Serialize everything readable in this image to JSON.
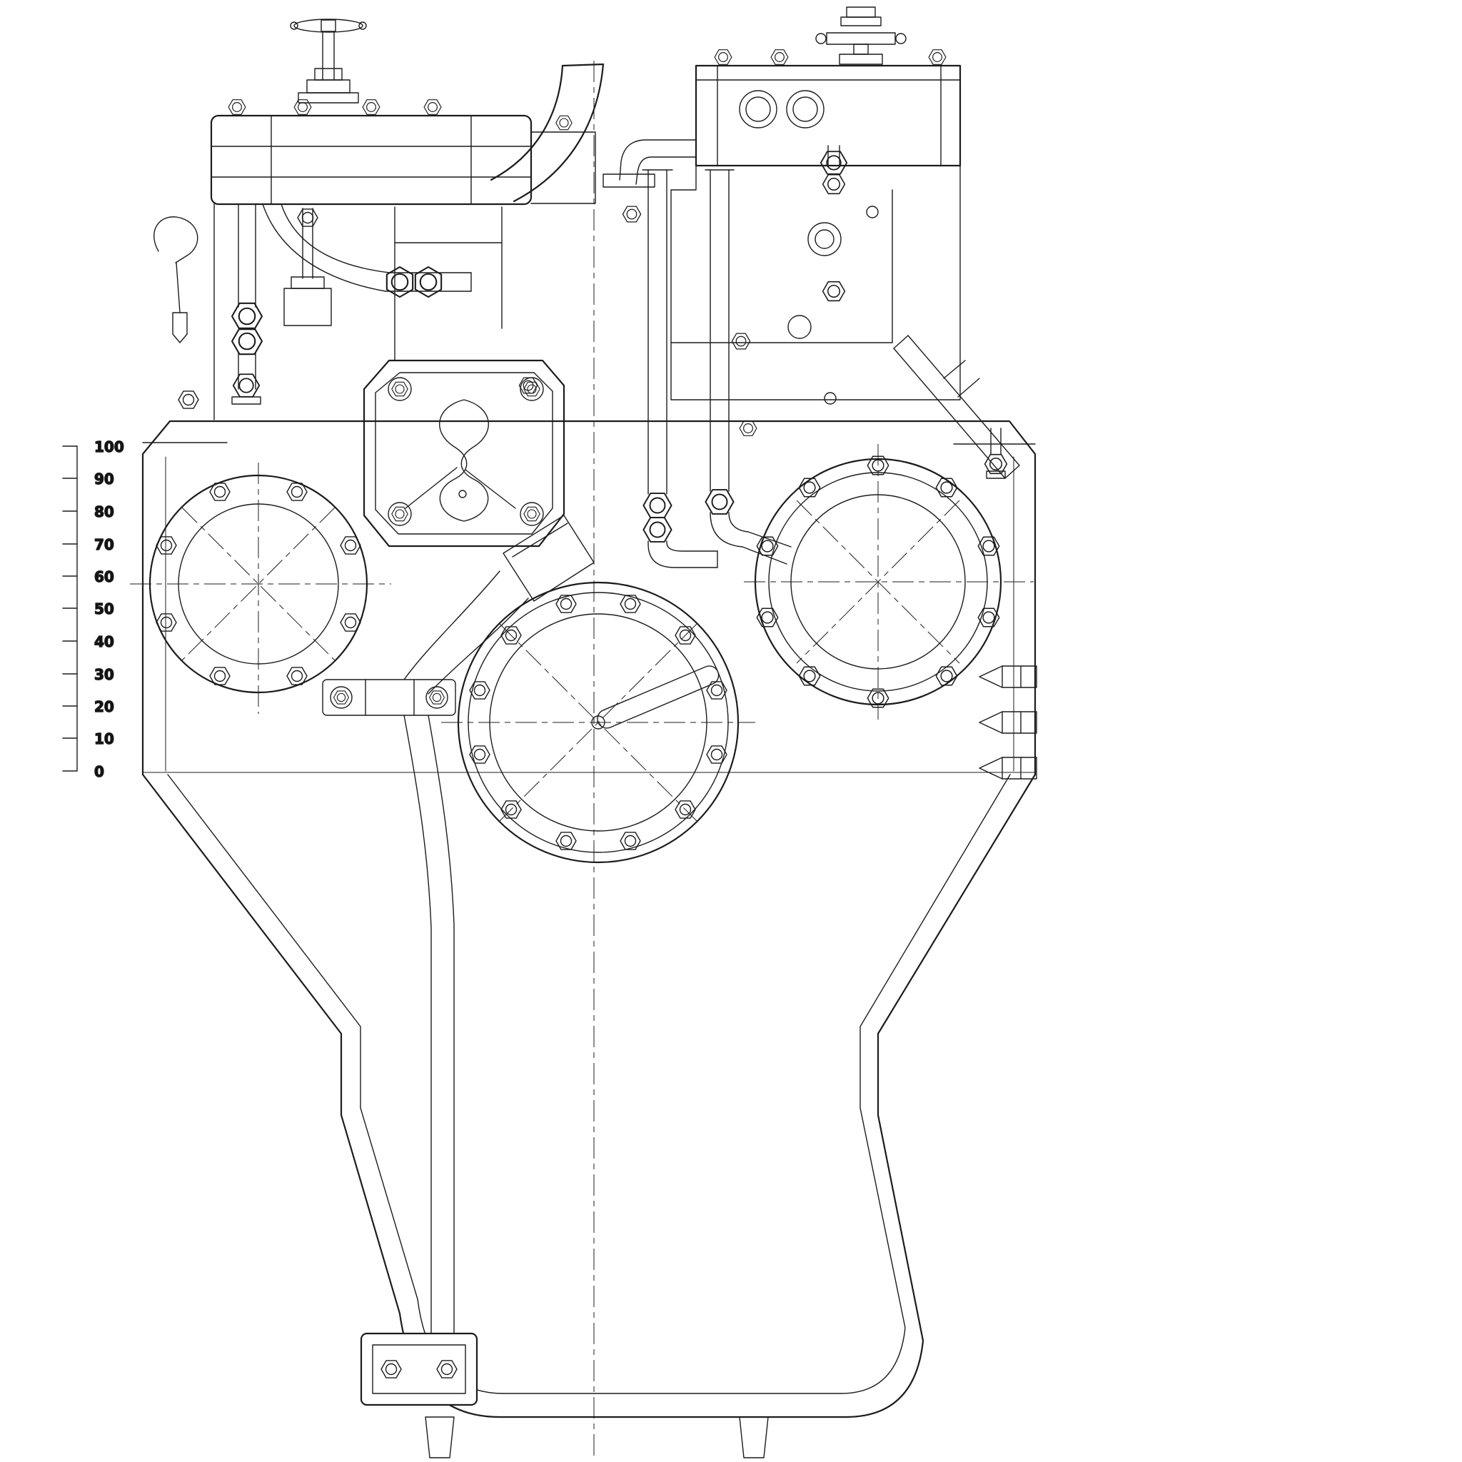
{
  "scale_ruler": {
    "labels": [
      "100",
      "90",
      "80",
      "70",
      "60",
      "50",
      "40",
      "30",
      "20",
      "10",
      "0"
    ]
  },
  "colors": {
    "line": "#1c1c1c",
    "background": "#ffffff"
  }
}
